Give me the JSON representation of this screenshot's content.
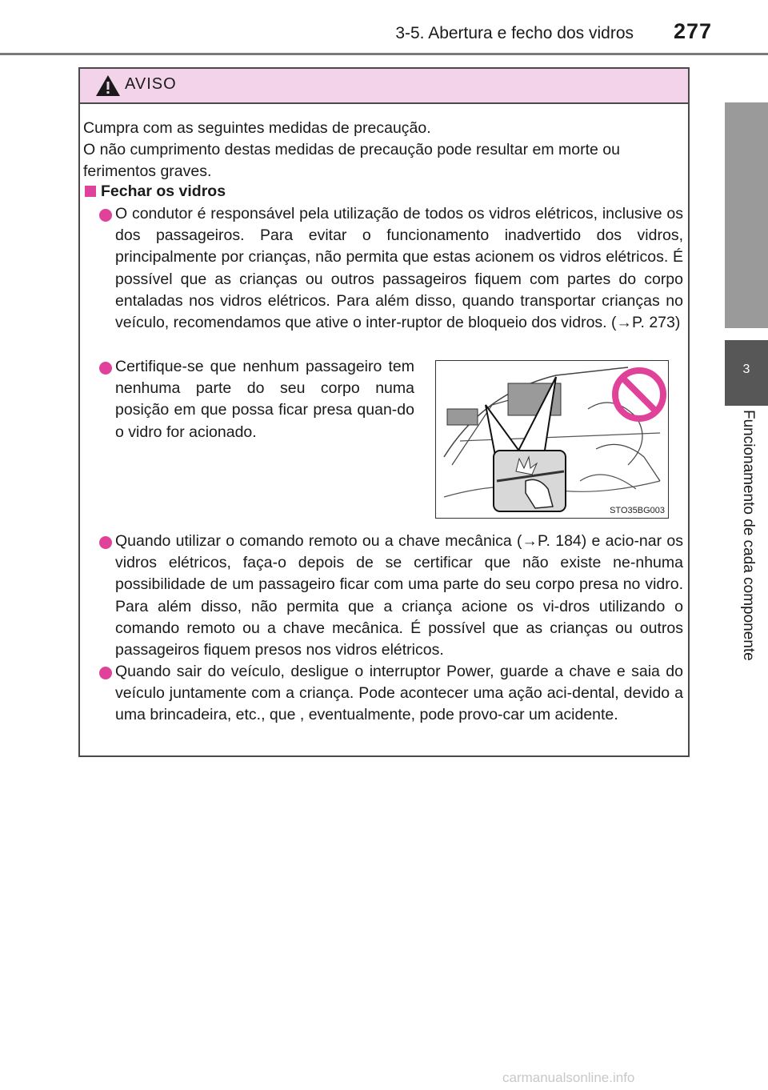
{
  "header": {
    "section_title": "3-5. Abertura e fecho dos vidros",
    "page_number": "277"
  },
  "side_tab": {
    "chapter_number": "3",
    "chapter_title": "Funcionamento de cada componente"
  },
  "warning": {
    "title": "AVISO",
    "intro_line1": "Cumpra com as seguintes medidas de precaução.",
    "intro_line2": "O não cumprimento destas medidas de precaução pode resultar em morte ou ferimentos graves.",
    "subheading": "Fechar os vidros",
    "bullets": [
      "O condutor é responsável pela utilização de todos os vidros elétricos, inclusive os dos passageiros. Para evitar o funcionamento inadvertido dos vidros, principalmente por crianças, não permita que estas acionem os vidros elétricos. É possível que as crianças ou outros passageiros fiquem com partes do corpo entaladas nos vidros elétricos. Para além disso, quando transportar crianças no veículo, recomendamos que ative o inter-ruptor de bloqueio dos vidros. (→P. 273)",
      "Certifique-se que nenhum passageiro tem nenhuma parte do seu corpo numa posição em que possa ficar presa quan-do o vidro for acionado.",
      "Quando utilizar o comando remoto ou a chave mecânica (→P. 184) e acio-nar os vidros elétricos, faça-o depois de se certificar que não existe ne-nhuma possibilidade de um passageiro ficar com uma parte do seu corpo presa no vidro. Para além disso, não permita que a criança acione os vi-dros utilizando o comando remoto ou a chave mecânica. É possível que as crianças ou outros passageiros fiquem presos nos vidros elétricos.",
      "Quando sair do veículo, desligue o interruptor Power, guarde a chave e saia do veículo juntamente com a criança. Pode acontecer uma ação aci-dental, devido a uma brincadeira, etc., que , eventualmente, pode provo-car um acidente."
    ],
    "image_code": "STO35BG003"
  },
  "footer": {
    "watermark": "carmanualsonline.info"
  },
  "colors": {
    "accent": "#e0429a",
    "warning_header_bg": "#f3d3ea",
    "side_tab_dark": "#575757",
    "side_tab_light": "#9a9a9a"
  }
}
